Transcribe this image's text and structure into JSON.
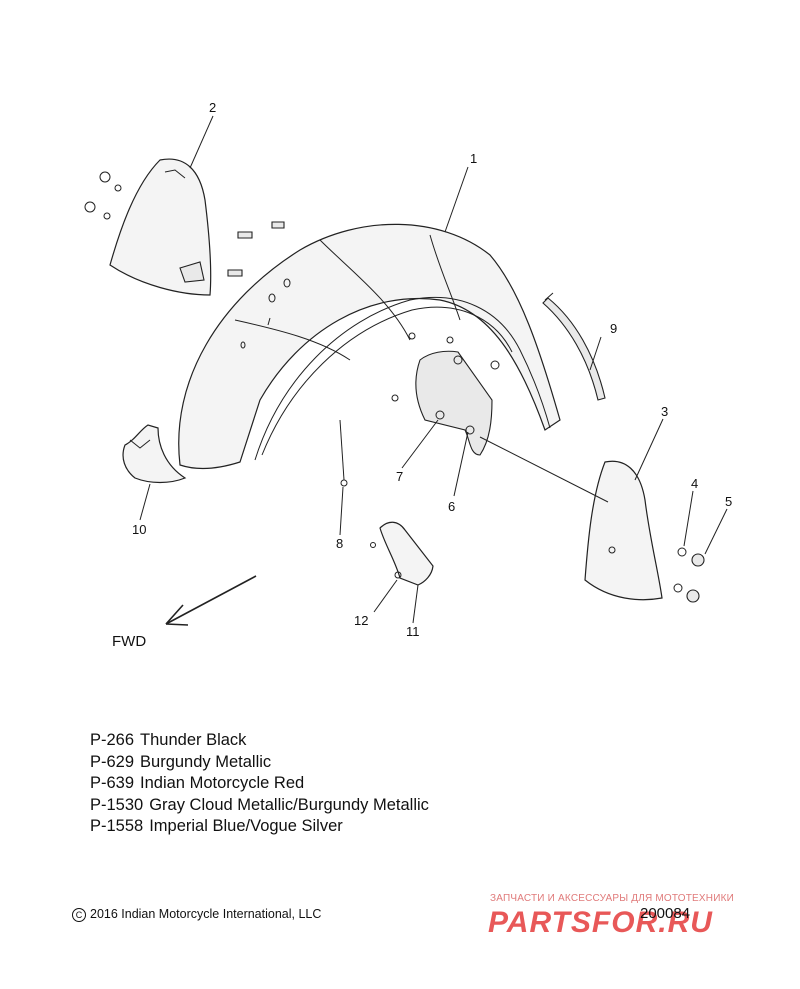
{
  "callouts": {
    "c1": "1",
    "c2": "2",
    "c3": "3",
    "c4": "4",
    "c5": "5",
    "c6": "6",
    "c7": "7",
    "c8": "8",
    "c9": "9",
    "c10": "10",
    "c11": "11",
    "c12": "12"
  },
  "direction_label": "FWD",
  "color_options": [
    {
      "code": "P-266",
      "name": "Thunder Black"
    },
    {
      "code": "P-629",
      "name": "Burgundy Metallic"
    },
    {
      "code": "P-639",
      "name": "Indian Motorcycle Red"
    },
    {
      "code": "P-1530",
      "name": "Gray Cloud Metallic/Burgundy Metallic"
    },
    {
      "code": "P-1558",
      "name": "Imperial Blue/Vogue Silver"
    }
  ],
  "copyright_symbol": "C",
  "copyright": "2016 Indian Motorcycle International, LLC",
  "diagram_id": "200084",
  "watermark": {
    "tagline": "ЗАПЧАСТИ И АКСЕССУАРЫ ДЛЯ МОТОТЕХНИКИ",
    "logo": "PARTSFOR.RU"
  }
}
